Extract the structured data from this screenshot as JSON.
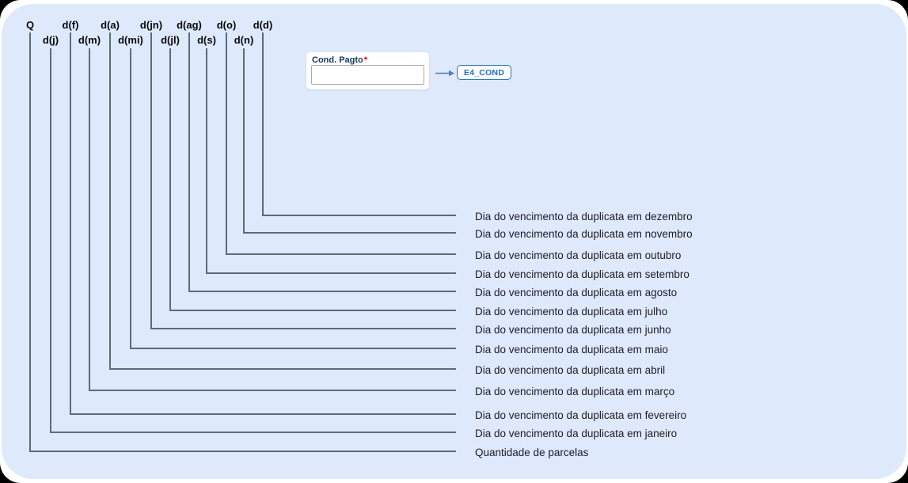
{
  "form": {
    "label": "Cond. Pagto",
    "required_marker": "*",
    "input_value": ""
  },
  "mapping": {
    "field_badge": "E4_COND"
  },
  "icons": {
    "maps_to_arrow": "→"
  },
  "diagram": {
    "rows": [
      {
        "token": "d(d)",
        "description": "Dia do vencimento da duplicata em dezembro"
      },
      {
        "token": "d(n)",
        "description": "Dia do vencimento da duplicata em novembro"
      },
      {
        "token": "d(o)",
        "description": "Dia do vencimento da duplicata em outubro"
      },
      {
        "token": "d(s)",
        "description": "Dia do vencimento da duplicata em setembro"
      },
      {
        "token": "d(ag)",
        "description": "Dia do vencimento da duplicata em agosto"
      },
      {
        "token": "d(jl)",
        "description": "Dia do vencimento da duplicata em julho"
      },
      {
        "token": "d(jn)",
        "description": "Dia do vencimento da duplicata em junho"
      },
      {
        "token": "d(mi)",
        "description": "Dia do vencimento da duplicata em maio"
      },
      {
        "token": "d(a)",
        "description": "Dia do vencimento da duplicata em abril"
      },
      {
        "token": "d(m)",
        "description": "Dia do vencimento da duplicata em março"
      },
      {
        "token": "d(f)",
        "description": "Dia do vencimento da duplicata em fevereiro"
      },
      {
        "token": "d(j)",
        "description": "Dia do vencimento da duplicata em janeiro"
      },
      {
        "token": "Q",
        "description": "Quantidade de parcelas"
      }
    ]
  },
  "colors": {
    "canvas_bg": "#dee9fb",
    "connector": "#5c6b7a",
    "badge_blue": "#2e74b5",
    "label_navy": "#17365d",
    "required_red": "#ee0000"
  }
}
